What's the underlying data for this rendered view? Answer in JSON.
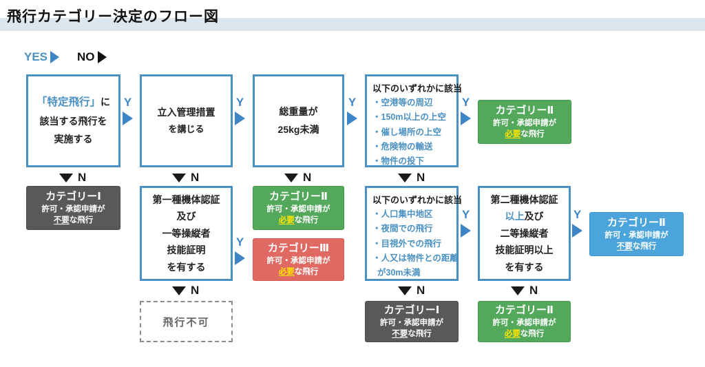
{
  "title": "飛行カテゴリー決定のフロー図",
  "legend": {
    "yes_label": "YES",
    "no_label": "NO"
  },
  "arrow_labels": {
    "yes": "Y",
    "no": "N"
  },
  "colors": {
    "box_border_blue": "#4a90c2",
    "text_blue": "#4a90c2",
    "arrow_blue": "#3d85c6",
    "result_green": "#53a85c",
    "result_red": "#e06964",
    "result_dark_gray": "#595959",
    "result_light_blue": "#4ba4dc",
    "highlight_yellow": "#ffe500",
    "title_band": "#dce6ef"
  },
  "boxes": {
    "b1": {
      "l1a": "「特定飛行」",
      "l1b": "に",
      "l2": "該当する飛行を",
      "l3": "実施する"
    },
    "b2": {
      "l1": "立入管理措置",
      "l2": "を講じる"
    },
    "b3": {
      "l1": "総重量が",
      "l2": "25kg未満"
    },
    "b4": {
      "header": "以下のいずれかに該当",
      "items": [
        "・空港等の周辺",
        "・150m以上の上空",
        "・催し場所の上空",
        "・危険物の輸送",
        "・物件の投下"
      ]
    },
    "b5": {
      "l1": "第一種機体認証",
      "l2": "及び",
      "l3": "一等操縦者",
      "l4": "技能証明",
      "l5": "を有する"
    },
    "b6": {
      "header": "以下のいずれかに該当",
      "items": [
        "・人口集中地区",
        "・夜間での飛行",
        "・目視外での飛行",
        "・人又は物件との距離",
        "が30m未満"
      ]
    },
    "b7": {
      "l1": "第二種機体認証",
      "l2a": "以上",
      "l2b": "及び",
      "l3": "二等操縦者",
      "l4": "技能証明以上",
      "l5": "を有する"
    },
    "no_fly": {
      "label": "飛行不可"
    }
  },
  "results": {
    "cat1_top": {
      "title": "カテゴリーⅠ",
      "line2": "許可・承認申請が",
      "hl": "不要",
      "rest": "な飛行"
    },
    "cat2_top": {
      "title": "カテゴリーⅡ",
      "line2": "許可・承認申請が",
      "hl": "必要",
      "rest": "な飛行"
    },
    "cat2_mid": {
      "title": "カテゴリーⅡ",
      "line2": "許可・承認申請が",
      "hl": "必要",
      "rest": "な飛行"
    },
    "cat3_red": {
      "title": "カテゴリーⅢ",
      "line2": "許可・承認申請が",
      "hl": "必要",
      "rest": "な飛行"
    },
    "cat1_bottom": {
      "title": "カテゴリーⅠ",
      "line2": "許可・承認申請が",
      "hl": "不要",
      "rest": "な飛行"
    },
    "cat2_bottom": {
      "title": "カテゴリーⅡ",
      "line2": "許可・承認申請が",
      "hl": "必要",
      "rest": "な飛行"
    },
    "cat2_blue": {
      "title": "カテゴリーⅡ",
      "line2": "許可・承認申請が",
      "hl": "不要",
      "rest": "な飛行"
    }
  }
}
